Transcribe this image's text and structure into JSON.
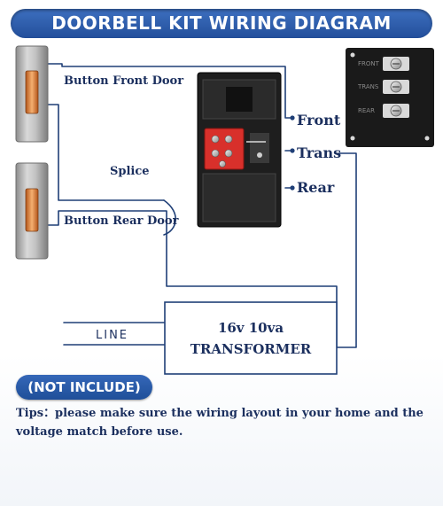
{
  "title": "DOORBELL KIT WIRING DIAGRAM",
  "labels": {
    "button_front": "Button Front Door",
    "button_rear": "Button Rear Door",
    "splice": "Splice",
    "front": "Front",
    "trans": "Trans",
    "rear": "Rear",
    "line": "LINE",
    "transformer_line1": "16v 10va",
    "transformer_line2": "TRANSFORMER"
  },
  "terminal_labels": [
    "FRONT",
    "TRANS",
    "REAR"
  ],
  "badge": "(NOT INCLUDE)",
  "tips": "Tips：please make sure the wiring layout in your home and the voltage match before use.",
  "colors": {
    "accent": "#2a5ba8",
    "text": "#1b2f5e",
    "wire": "#1f3f77",
    "terminal_red": "#d8302b",
    "chime_body": "#1e1e1e"
  }
}
